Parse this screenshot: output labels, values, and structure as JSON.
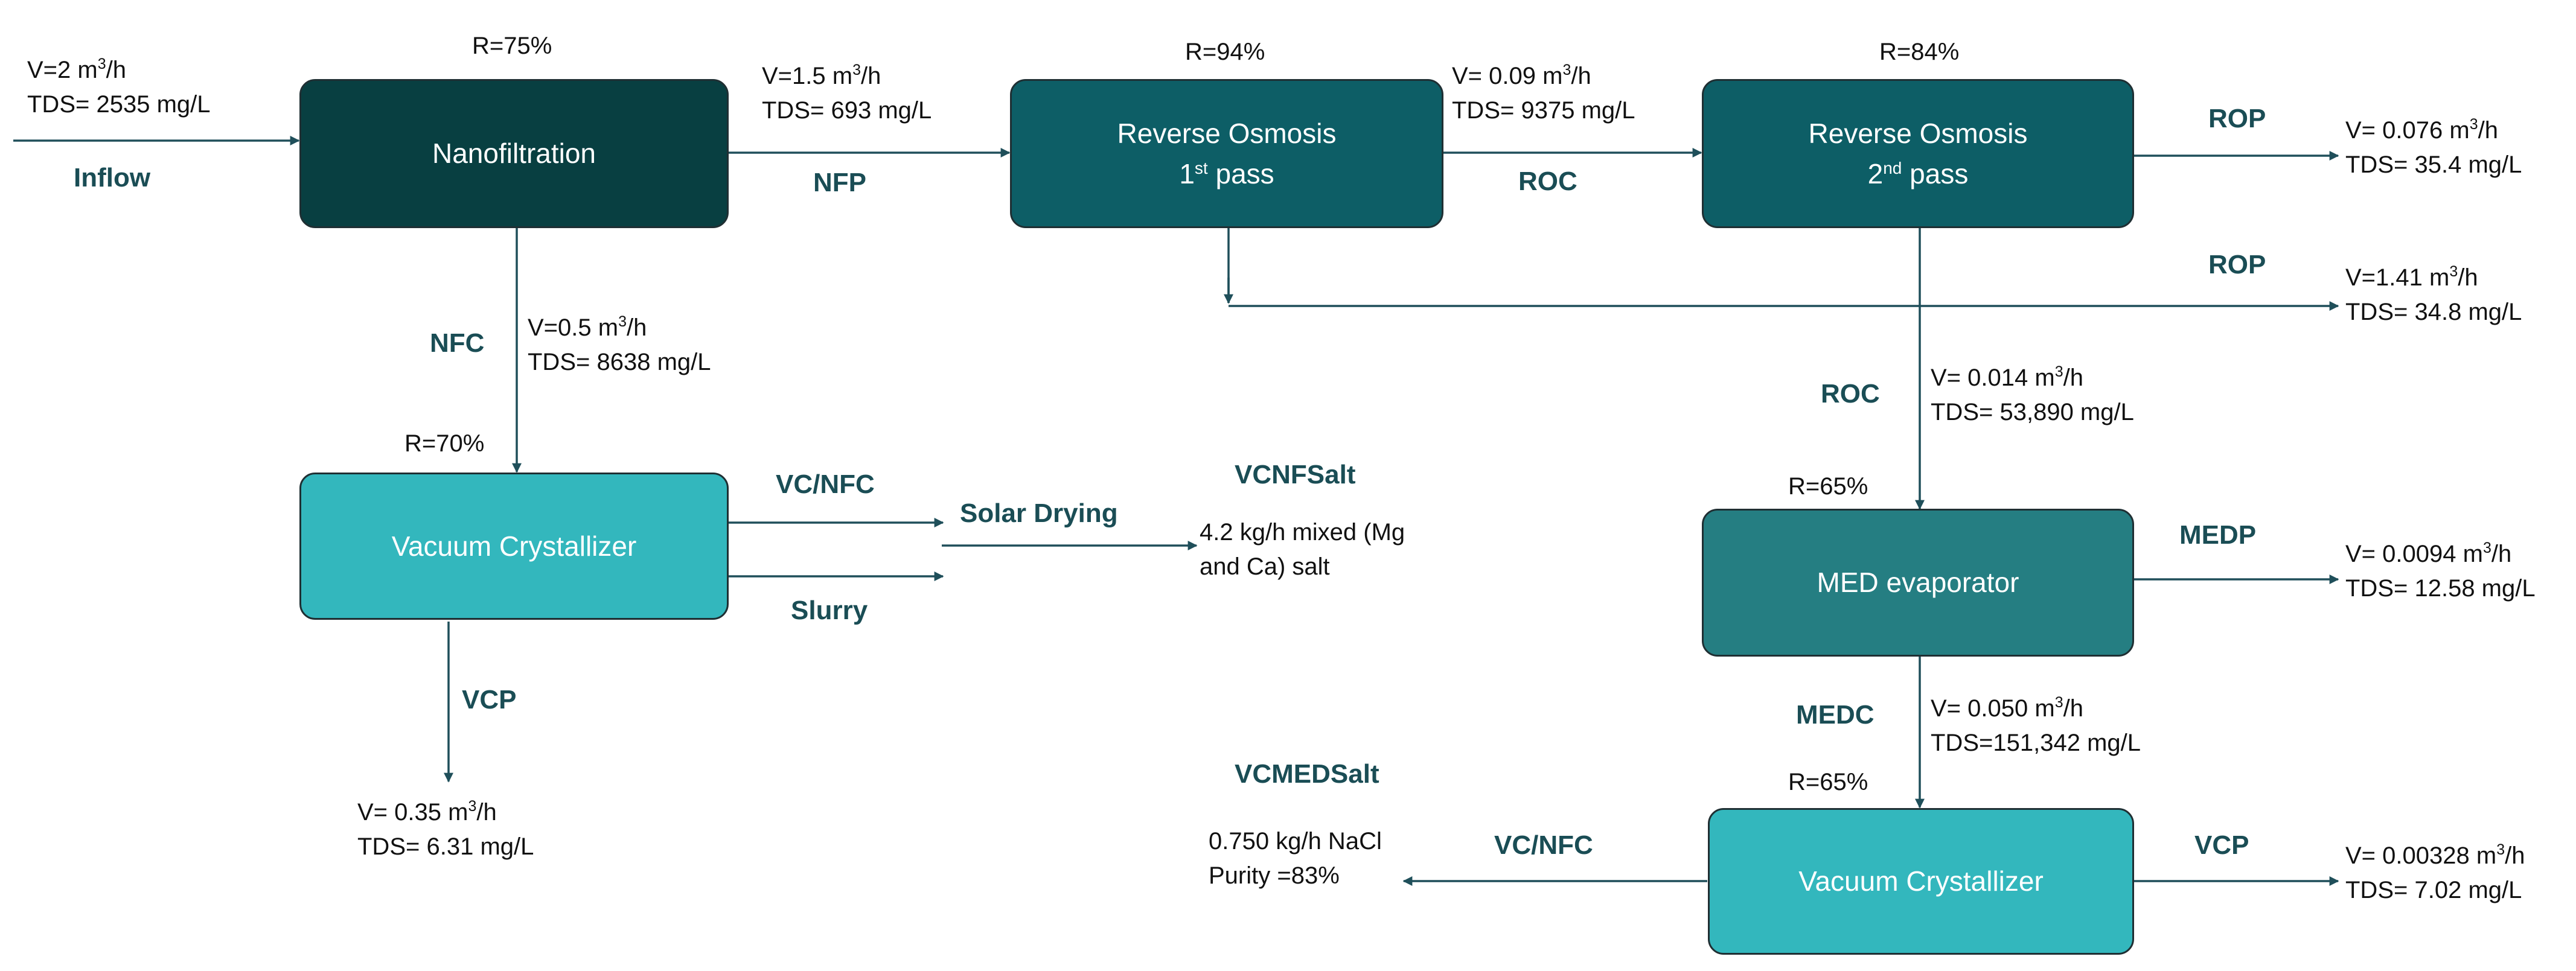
{
  "colors": {
    "nanofiltration": "#083f41",
    "reverse_osmosis": "#0d5e66",
    "med": "#257e82",
    "crystallizer": "#33b7bd",
    "line": "#1f4f5a",
    "label": "#1a4d55"
  },
  "boxes": {
    "nf": {
      "line1": "Nanofiltration"
    },
    "ro1": {
      "line1": "Reverse Osmosis",
      "line2_num": "1",
      "line2_sup": "st",
      "line2_word": "pass"
    },
    "ro2": {
      "line1": "Reverse Osmosis",
      "line2_num": "2",
      "line2_sup": "nd",
      "line2_word": "pass"
    },
    "vc1": {
      "line1": "Vacuum Crystallizer"
    },
    "med": {
      "line1": "MED evaporator"
    },
    "vc2": {
      "line1": "Vacuum Crystallizer"
    }
  },
  "recoveries": {
    "nf": "R=75%",
    "ro1": "R=94%",
    "ro2": "R=84%",
    "vc1": "R=70%",
    "med": "R=65%",
    "vc2": "R=65%"
  },
  "streams": {
    "inflow": {
      "label": "Inflow",
      "v_pre": "V=2 m",
      "v_sup": "3",
      "v_post": "/h",
      "tds": "TDS= 2535 mg/L"
    },
    "nfp": {
      "label": "NFP",
      "v_pre": "V=1.5 m",
      "v_sup": "3",
      "v_post": "/h",
      "tds": "TDS= 693 mg/L"
    },
    "roc1": {
      "label": "ROC",
      "v_pre": "V= 0.09 m",
      "v_sup": "3",
      "v_post": "/h",
      "tds": "TDS= 9375 mg/L"
    },
    "rop2": {
      "label": "ROP",
      "v_pre": "V= 0.076 m",
      "v_sup": "3",
      "v_post": "/h",
      "tds": "TDS=  35.4 mg/L"
    },
    "rop1": {
      "label": "ROP",
      "v_pre": "V=1.41 m",
      "v_sup": "3",
      "v_post": "/h",
      "tds": "TDS= 34.8 mg/L"
    },
    "nfc": {
      "label": "NFC",
      "v_pre": "V=0.5 m",
      "v_sup": "3",
      "v_post": "/h",
      "tds": "TDS= 8638 mg/L"
    },
    "roc2": {
      "label": "ROC",
      "v_pre": "V=  0.014 m",
      "v_sup": "3",
      "v_post": "/h",
      "tds": "TDS= 53,890 mg/L"
    },
    "vcp1": {
      "label": "VCP",
      "v_pre": "V= 0.35 m",
      "v_sup": "3",
      "v_post": "/h",
      "tds": "TDS= 6.31 mg/L"
    },
    "medp": {
      "label": "MEDP",
      "v_pre": "V= 0.0094 m",
      "v_sup": "3",
      "v_post": "/h",
      "tds": "TDS= 12.58 mg/L"
    },
    "medc": {
      "label": "MEDC",
      "v_pre": "V= 0.050 m",
      "v_sup": "3",
      "v_post": "/h",
      "tds": "TDS=151,342 mg/L"
    },
    "vcp2": {
      "label": "VCP",
      "v_pre": "V= 0.00328 m",
      "v_sup": "3",
      "v_post": "/h",
      "tds": "TDS= 7.02 mg/L"
    }
  },
  "vc1_outputs": {
    "top_label": "VC/NFC",
    "bottom_label": "Slurry",
    "drying_label": "Solar Drying",
    "salt_title": "VCNFSalt",
    "salt_line1": "4.2 kg/h mixed (Mg",
    "salt_line2": "and Ca) salt"
  },
  "vc2_outputs": {
    "label": "VC/NFC",
    "salt_title": "VCMEDSalt",
    "salt_line1": "0.750 kg/h NaCl",
    "salt_line2": "Purity =83%"
  }
}
